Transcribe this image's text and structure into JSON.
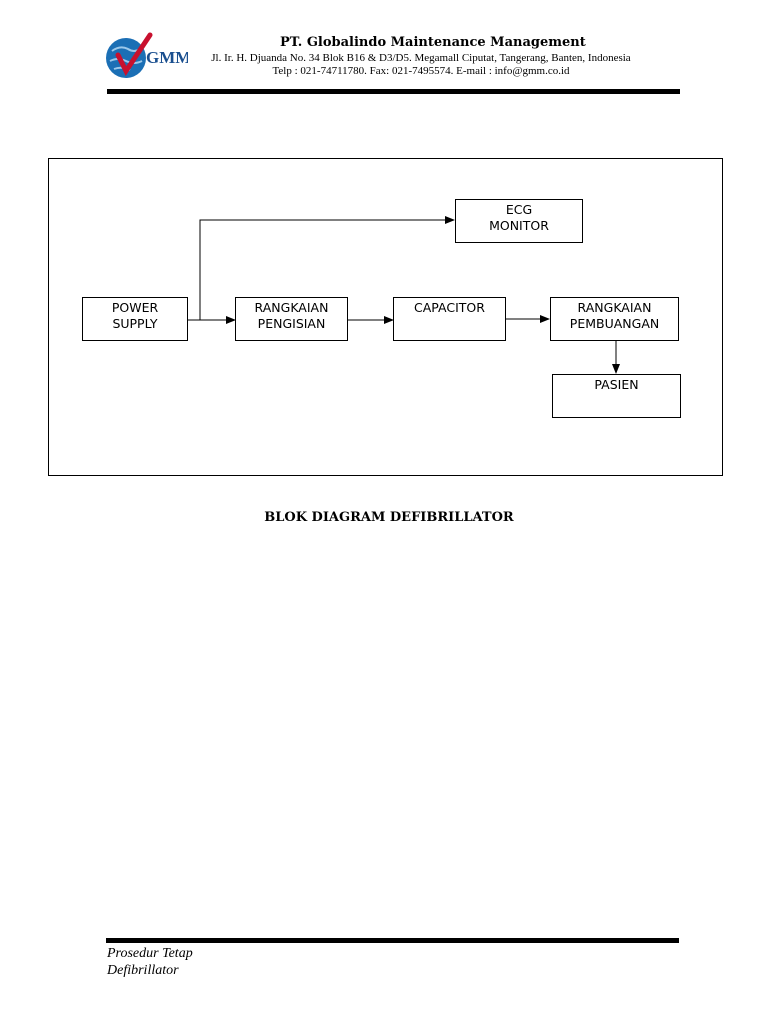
{
  "header": {
    "logo_text": "GMM",
    "company_name": "PT. Globalindo Maintenance Management",
    "address": "Jl. Ir. H. Djuanda No. 34 Blok B16 & D3/D5. Megamall Ciputat, Tangerang, Banten, Indonesia",
    "contact": "Telp : 021-74711780. Fax: 021-7495574. E-mail : info@gmm.co.id"
  },
  "diagram": {
    "blocks": {
      "power_supply": [
        "POWER",
        "SUPPLY"
      ],
      "rangkaian_pengisian": [
        "RANGKAIAN",
        "PENGISIAN"
      ],
      "capacitor": [
        "CAPACITOR"
      ],
      "rangkaian_pembuangan": [
        "RANGKAIAN",
        "PEMBUANGAN"
      ],
      "ecg_monitor": [
        "ECG",
        "MONITOR"
      ],
      "pasien": [
        "PASIEN"
      ]
    }
  },
  "caption": "BLOK DIAGRAM DEFIBRILLATOR",
  "footer": {
    "line1": "Prosedur Tetap",
    "line2": "Defibrillator"
  },
  "colors": {
    "logo_globe": "#1b6fb5",
    "logo_check": "#c8102e",
    "logo_text": "#1a4f8f"
  }
}
